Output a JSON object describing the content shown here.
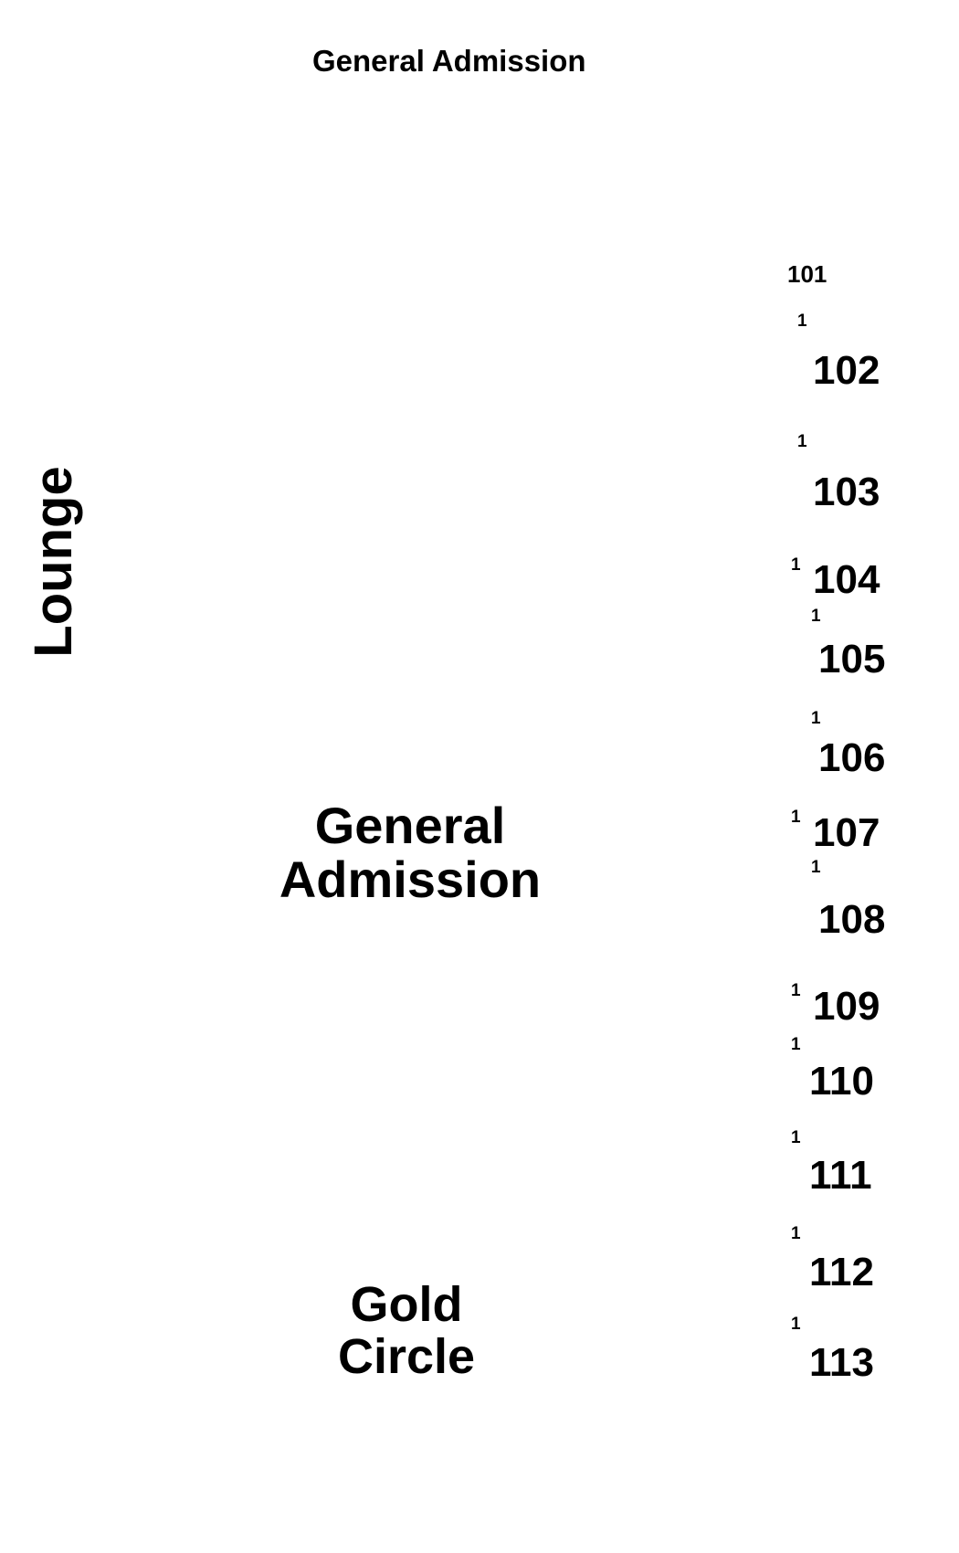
{
  "map": {
    "top_label": "General Admission",
    "lounge_label": "Lounge",
    "ga_label": {
      "line1": "General",
      "line2": "Admission"
    },
    "gold_circle_label": {
      "line1": "Gold",
      "line2": "Circle"
    },
    "sections": [
      {
        "section": "101"
      },
      {
        "section": "102",
        "row": "1"
      },
      {
        "section": "103",
        "row": "1"
      },
      {
        "section": "104",
        "row": "1"
      },
      {
        "section": "105",
        "row": "1"
      },
      {
        "section": "106",
        "row": "1"
      },
      {
        "section": "107",
        "row": "1"
      },
      {
        "section": "108",
        "row": "1"
      },
      {
        "section": "109",
        "row": "1"
      },
      {
        "section": "110",
        "row": "1"
      },
      {
        "section": "111",
        "row": "1"
      },
      {
        "section": "112",
        "row": "1"
      },
      {
        "section": "113",
        "row": "1"
      }
    ]
  }
}
